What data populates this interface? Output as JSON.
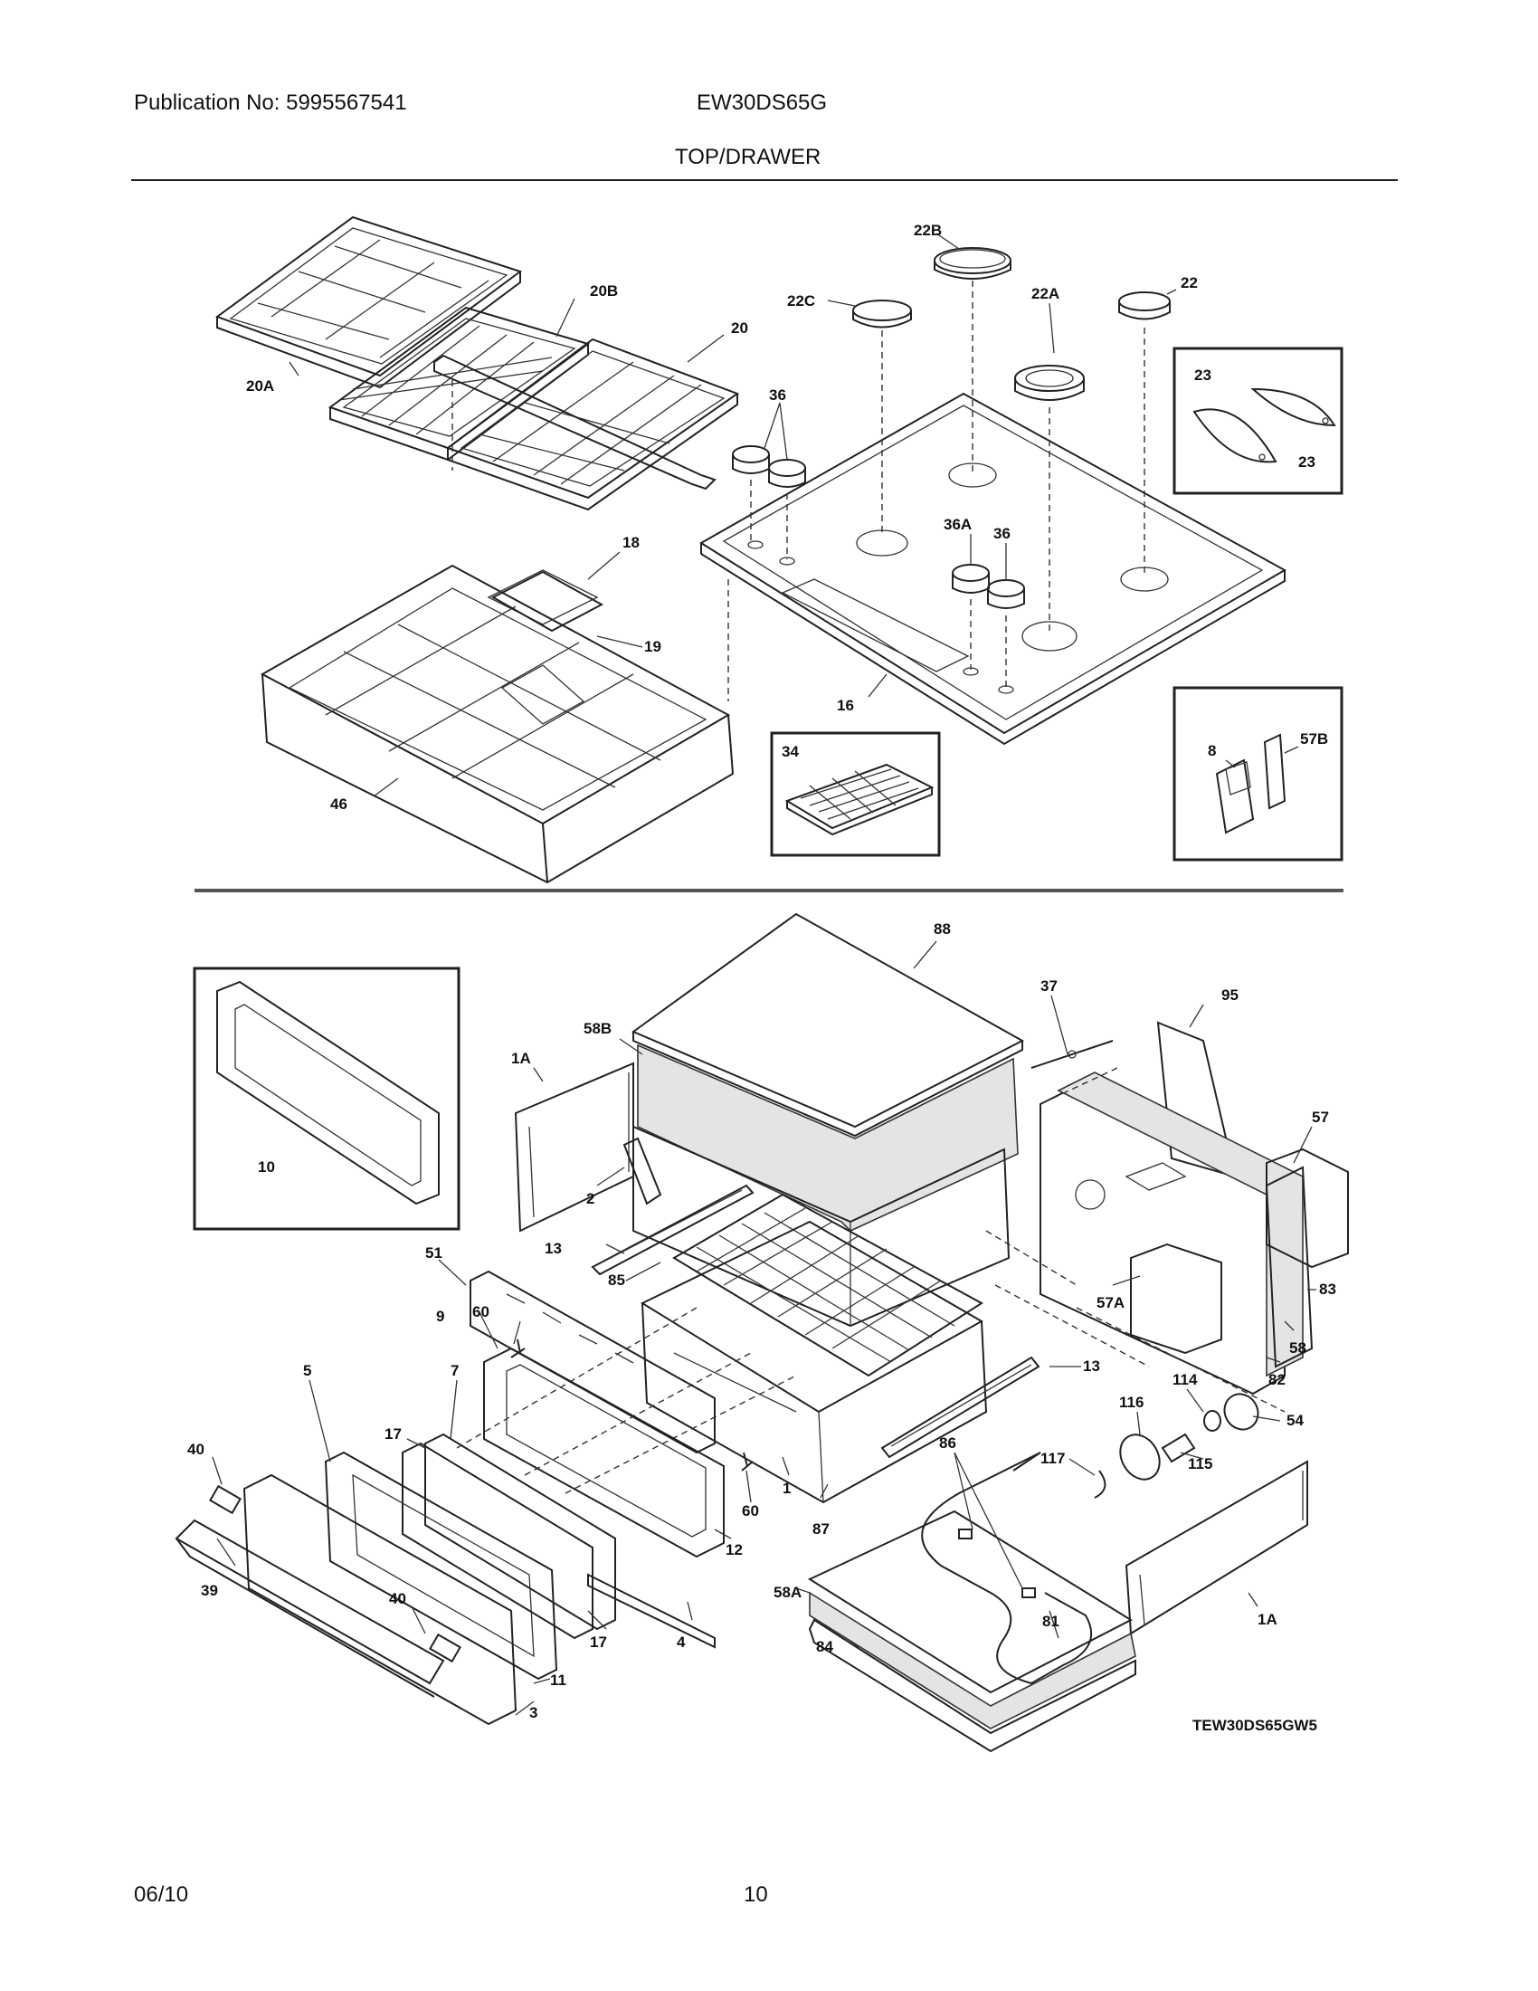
{
  "header": {
    "publication": "Publication No: 5995567541",
    "model": "EW30DS65G",
    "section_title": "TOP/DRAWER"
  },
  "diagram_code": "TEW30DS65GW5",
  "footer": {
    "date": "06/10",
    "page_number": "10"
  },
  "labels": {
    "22B": "22B",
    "22C": "22C",
    "22A": "22A",
    "22": "22",
    "20B": "20B",
    "20": "20",
    "20A": "20A",
    "36_top": "36",
    "23_a": "23",
    "23_b": "23",
    "18": "18",
    "19": "19",
    "36A": "36A",
    "36_right": "36",
    "16": "16",
    "34": "34",
    "8": "8",
    "57B": "57B",
    "46": "46",
    "88": "88",
    "58B": "58B",
    "37": "37",
    "95": "95",
    "1A_left": "1A",
    "10": "10",
    "57": "57",
    "2": "2",
    "13_left": "13",
    "85": "85",
    "83": "83",
    "51": "51",
    "58": "58",
    "57A": "57A",
    "9": "9",
    "60_top": "60",
    "82": "82",
    "13_right": "13",
    "5": "5",
    "7": "7",
    "114": "114",
    "116": "116",
    "54": "54",
    "17_top": "17",
    "86": "86",
    "40_left": "40",
    "117": "117",
    "115": "115",
    "60_right": "60",
    "1": "1",
    "87": "87",
    "12": "12",
    "39": "39",
    "40_bottom": "40",
    "58A": "58A",
    "81": "81",
    "1A_right": "1A",
    "17_bottom": "17",
    "4": "4",
    "84": "84",
    "11": "11",
    "3": "3"
  }
}
